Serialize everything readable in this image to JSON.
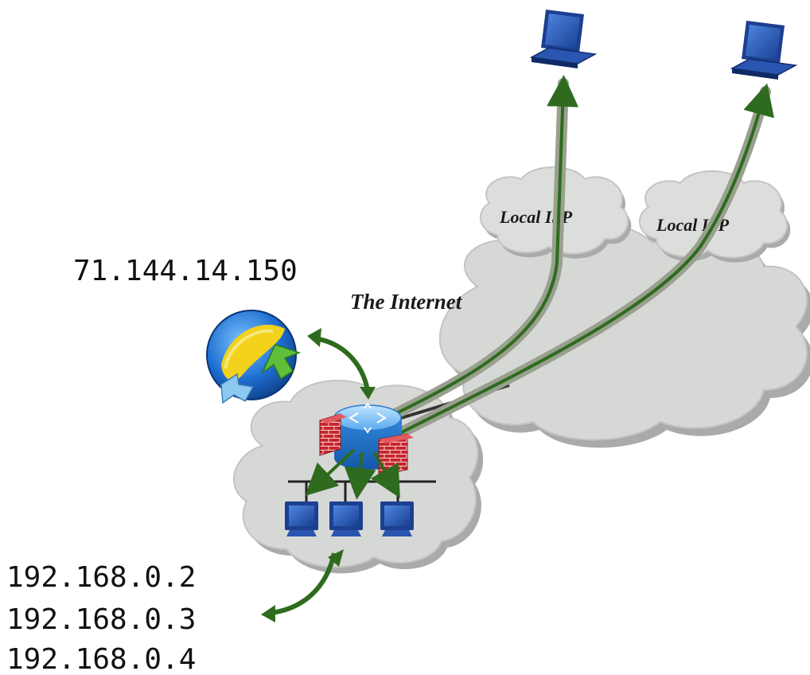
{
  "public_ip": "71.144.14.150",
  "internet_label": "The Internet",
  "isp_clouds": [
    {
      "label": "Local ISP"
    },
    {
      "label": "Local ISP"
    }
  ],
  "private_ips": [
    "192.168.0.2",
    "192.168.0.3",
    "192.168.0.4"
  ],
  "colors": {
    "link_green": "#2e6b1f",
    "link_gray": "#9aa08f",
    "cloud_fill": "#d6d8d6",
    "cloud_shadow": "#a9abab",
    "firewall_red": "#c8262c",
    "router_blue": "#3a8fe0",
    "device_blue": "#2457b3"
  },
  "icons": [
    "globe-icon",
    "router-icon",
    "firewall-icon",
    "laptop-icon",
    "desktop-icon"
  ]
}
